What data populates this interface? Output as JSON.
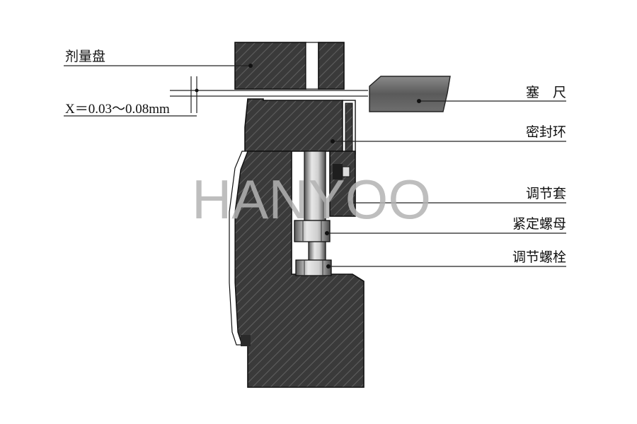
{
  "labels": {
    "dose_plate": "剂量盘",
    "clearance": "X＝0.03～0.08mm",
    "feeler_gauge": "塞　尺",
    "seal_ring": "密封环",
    "adjusting_sleeve": "调节套",
    "lock_nut": "紧定螺母",
    "adjusting_bolt": "调节螺栓"
  },
  "watermark": "HANYOO",
  "colors": {
    "metal_dark": "#3a3a3a",
    "hatch_line": "#5c5c5c",
    "gauge_fill": "#6a6a6a",
    "bolt_light": "#d6d6d6",
    "background": "#ffffff"
  }
}
